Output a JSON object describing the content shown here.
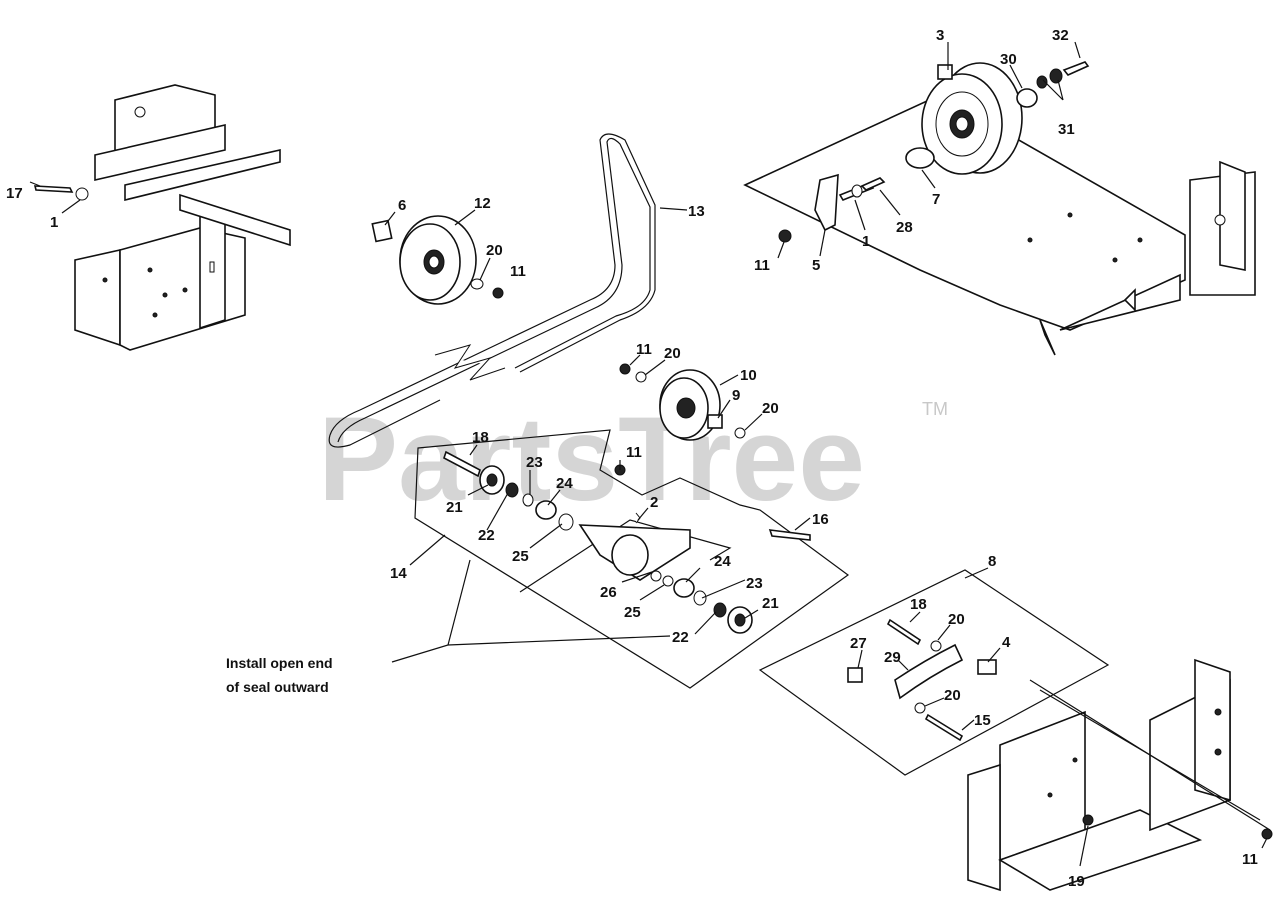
{
  "watermark": {
    "text": "PartsTree",
    "tm": "TM"
  },
  "note": {
    "line1": "Install open end",
    "line2": "of seal outward"
  },
  "callouts": {
    "c17": "17",
    "c1a": "1",
    "c6": "6",
    "c12": "12",
    "c13": "13",
    "c20a": "20",
    "c11a": "11",
    "c3": "3",
    "c30": "30",
    "c32": "32",
    "c31": "31",
    "c7": "7",
    "c28": "28",
    "c1b": "1",
    "c5": "5",
    "c11b": "11",
    "c11c": "11",
    "c20b": "20",
    "c10": "10",
    "c9": "9",
    "c20c": "20",
    "c18a": "18",
    "c11d": "11",
    "c23a": "23",
    "c24a": "24",
    "c21a": "21",
    "c22a": "22",
    "c2": "2",
    "c16": "16",
    "c25a": "25",
    "c14": "14",
    "c26": "26",
    "c24b": "24",
    "c23b": "23",
    "c25b": "25",
    "c21b": "21",
    "c22b": "22",
    "c8": "8",
    "c18b": "18",
    "c20d": "20",
    "c4": "4",
    "c27": "27",
    "c29": "29",
    "c20e": "20",
    "c15": "15",
    "c11e": "11",
    "c19": "19"
  }
}
